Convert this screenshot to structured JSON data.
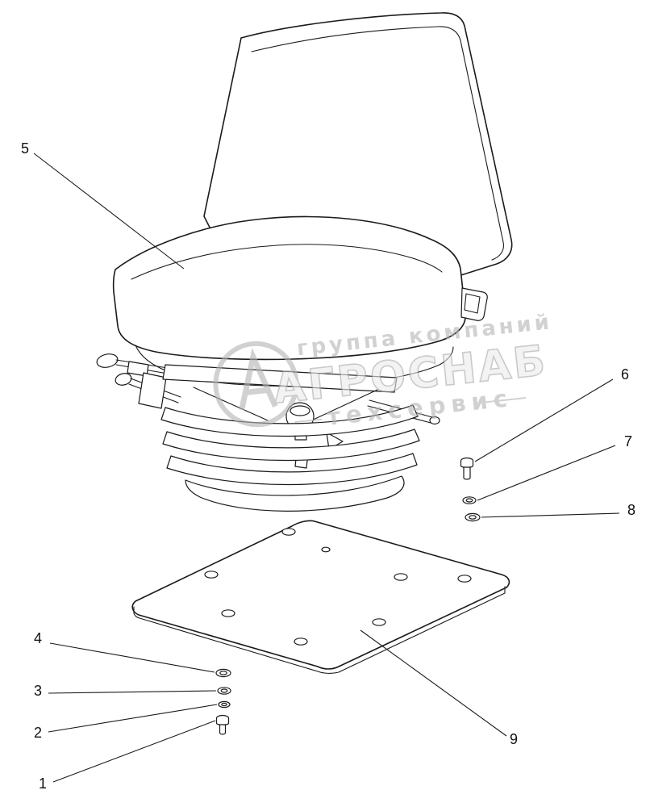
{
  "figure": {
    "background": "#ffffff",
    "line_color": "#1a1a1a",
    "type": "exploded-parts-diagram",
    "subject": "seat-assembly"
  },
  "watermark": {
    "top_line": "группа компаний",
    "brand": "АГРОСНАБ",
    "bottom_line": "техсервис",
    "color": "#b4b4b4"
  },
  "callouts": [
    {
      "label": "1"
    },
    {
      "label": "2"
    },
    {
      "label": "3"
    },
    {
      "label": "4"
    },
    {
      "label": "5"
    },
    {
      "label": "6"
    },
    {
      "label": "7"
    },
    {
      "label": "8"
    },
    {
      "label": "9"
    }
  ]
}
